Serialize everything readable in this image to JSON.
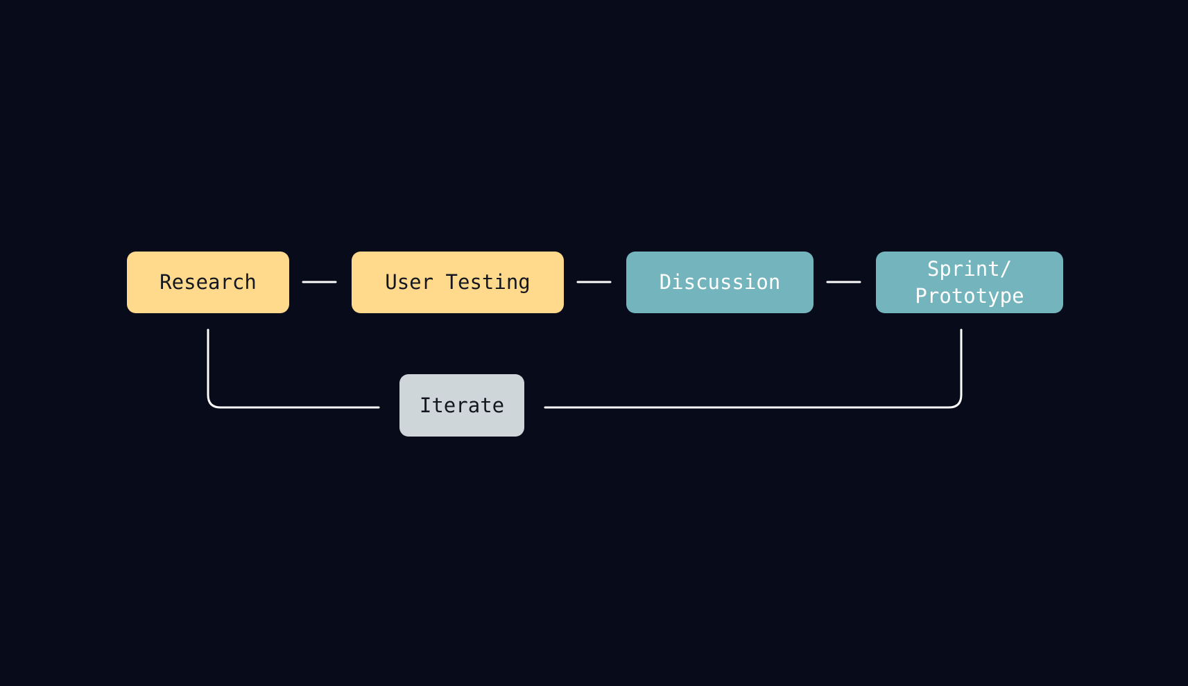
{
  "colors": {
    "background": "#080b19",
    "line": "#ffffff",
    "yellow": "#ffda8c",
    "teal": "#74b4bd",
    "gray": "#cfd6da",
    "dark_text": "#14171f",
    "light_text": "#ffffff"
  },
  "nodes": [
    {
      "id": "research",
      "label": "Research",
      "fill": "yellow",
      "text_color": "dark_text"
    },
    {
      "id": "testing",
      "label": "User Testing",
      "fill": "yellow",
      "text_color": "dark_text"
    },
    {
      "id": "discussion",
      "label": "Discussion",
      "fill": "teal",
      "text_color": "light_text"
    },
    {
      "id": "sprint",
      "label": "Sprint/\nPrototype",
      "fill": "teal",
      "text_color": "light_text"
    },
    {
      "id": "iterate",
      "label": "Iterate",
      "fill": "gray",
      "text_color": "dark_text"
    }
  ],
  "edges": [
    {
      "from": "research",
      "to": "testing"
    },
    {
      "from": "testing",
      "to": "discussion"
    },
    {
      "from": "discussion",
      "to": "sprint"
    },
    {
      "from": "research",
      "to": "iterate"
    },
    {
      "from": "iterate",
      "to": "sprint"
    }
  ]
}
